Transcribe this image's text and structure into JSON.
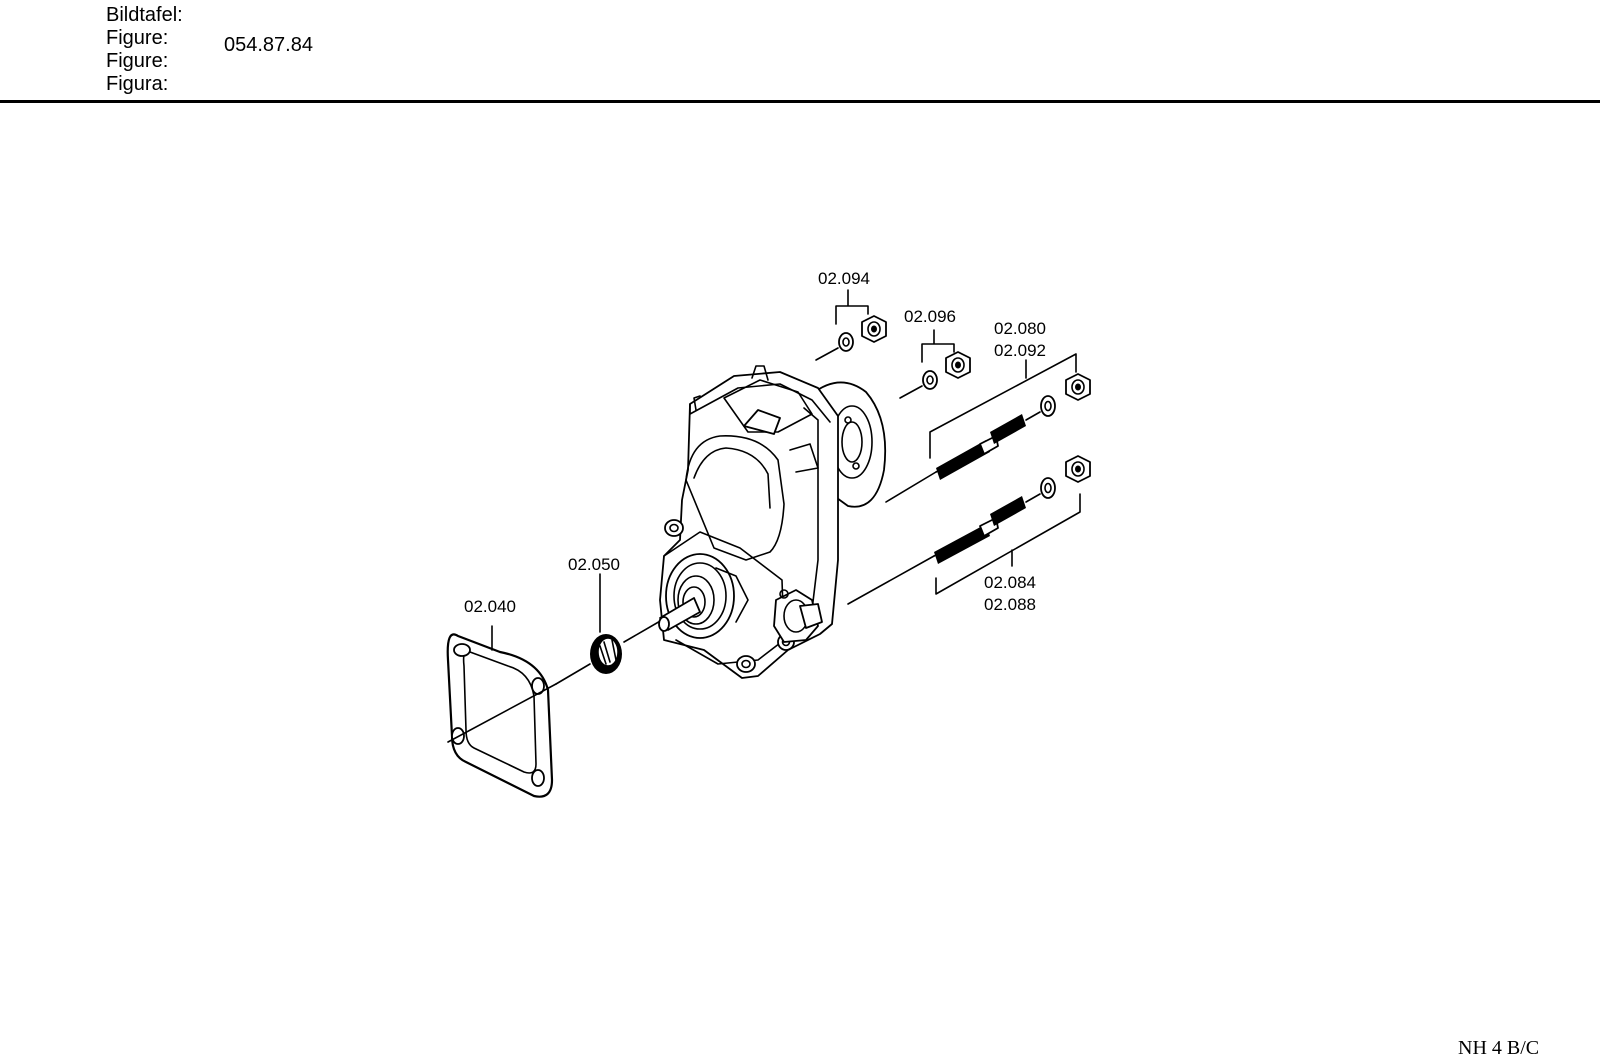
{
  "header": {
    "labels": [
      "Bildtafel:",
      "Figure:",
      "Figure:",
      "Figura:"
    ],
    "figure_number": "054.87.84"
  },
  "callouts": {
    "c02_094": "02.094",
    "c02_096": "02.096",
    "c02_080": "02.080",
    "c02_092": "02.092",
    "c02_084": "02.084",
    "c02_088": "02.088",
    "c02_050": "02.050",
    "c02_040": "02.040"
  },
  "footer": {
    "code": "NH 4 B/C"
  }
}
